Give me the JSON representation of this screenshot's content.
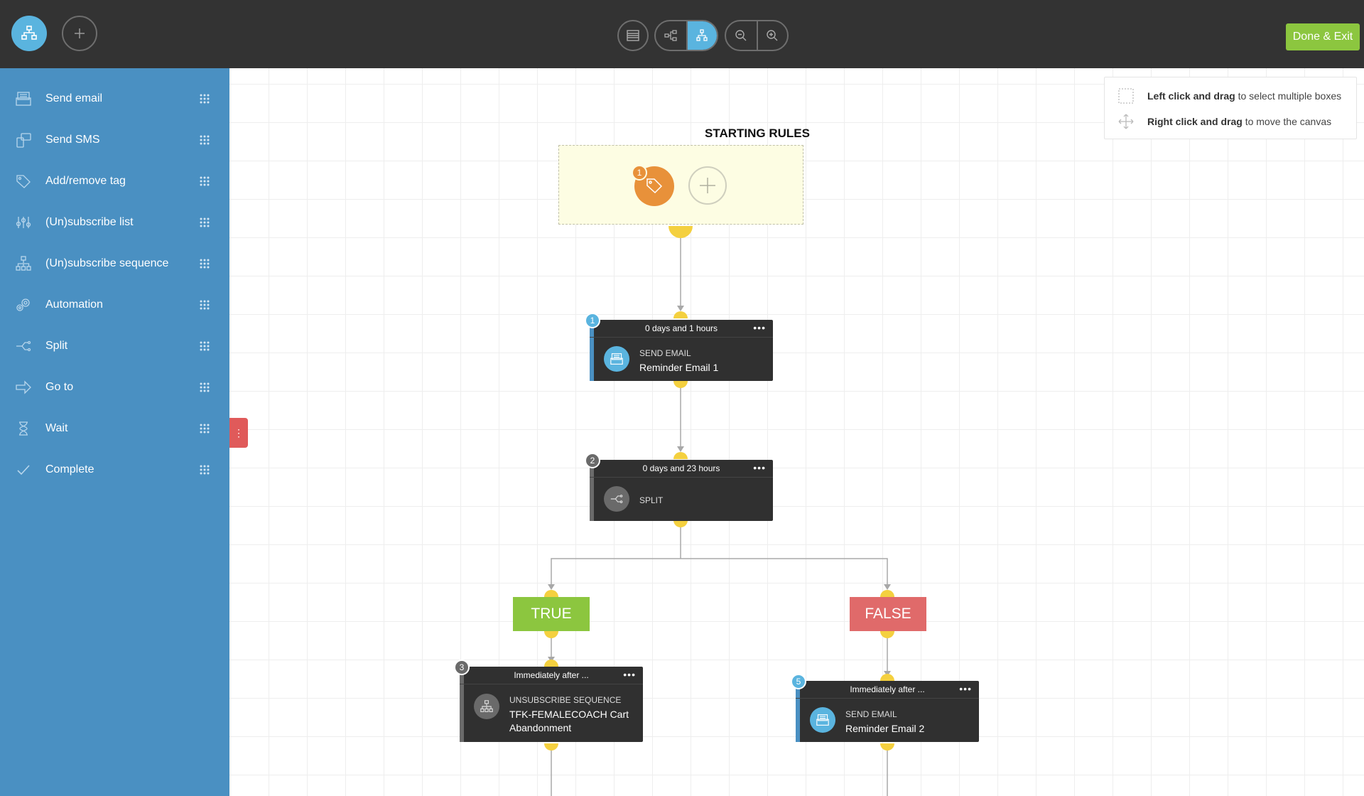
{
  "toolbar": {
    "done_label": "Done & Exit"
  },
  "sidebar": {
    "items": [
      {
        "label": "Send email",
        "icon": "send-email-icon"
      },
      {
        "label": "Send SMS",
        "icon": "send-sms-icon"
      },
      {
        "label": "Add/remove tag",
        "icon": "tag-icon"
      },
      {
        "label": "(Un)subscribe list",
        "icon": "subscribe-list-icon"
      },
      {
        "label": "(Un)subscribe sequence",
        "icon": "sequence-icon"
      },
      {
        "label": "Automation",
        "icon": "automation-icon"
      },
      {
        "label": "Split",
        "icon": "split-icon"
      },
      {
        "label": "Go to",
        "icon": "goto-arrow-icon"
      },
      {
        "label": "Wait",
        "icon": "hourglass-icon"
      },
      {
        "label": "Complete",
        "icon": "checkmark-icon"
      }
    ]
  },
  "hints": {
    "select_bold": "Left click and drag",
    "select_text": " to select multiple boxes",
    "move_bold": "Right click and drag",
    "move_text": " to move the canvas"
  },
  "starting_rules": {
    "title": "STARTING RULES",
    "tag_count": "1"
  },
  "nodes": [
    {
      "num": "1",
      "delay": "0 days and 1 hours",
      "type": "SEND EMAIL",
      "name": "Reminder Email 1",
      "color": "#4a90c2"
    },
    {
      "num": "2",
      "delay": "0 days and 23 hours",
      "type": "SPLIT",
      "name": "",
      "color": "#6a6a6a"
    },
    {
      "num": "3",
      "delay": "Immediately after ...",
      "type": "UNSUBSCRIBE SEQUENCE",
      "name_line1": "TFK-FEMALECOACH Cart",
      "name_line2": "Abandonment",
      "color": "#6a6a6a"
    },
    {
      "num": "5",
      "delay": "Immediately after ...",
      "type": "SEND EMAIL",
      "name": "Reminder Email 2",
      "color": "#4a90c2"
    }
  ],
  "node_menu": "•••",
  "branches": {
    "true_label": "TRUE",
    "false_label": "FALSE"
  },
  "side_toggle": "⋮",
  "colors": {
    "accent": "#5ab4df",
    "sidebar": "#4a90c2",
    "done": "#8cc63f",
    "true": "#8cc63f",
    "false": "#e06a6a",
    "connector_dot": "#f4d03f"
  }
}
